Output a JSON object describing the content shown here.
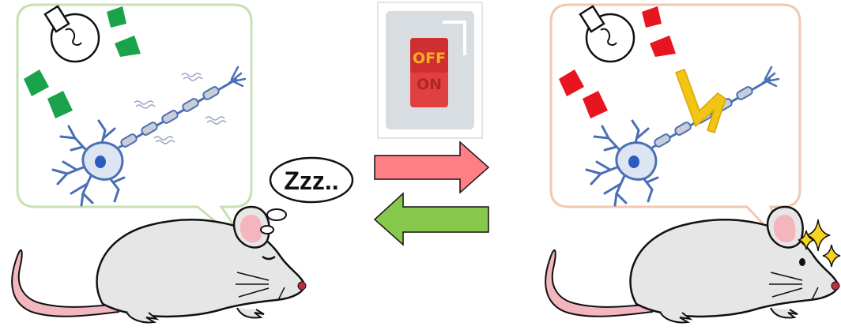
{
  "switch": {
    "off_label": "OFF",
    "on_label": "ON",
    "state": "OFF"
  },
  "sleep_bubble": {
    "text": "Zzz.."
  },
  "colors": {
    "left_bubble_border": "#c8e0b4",
    "right_bubble_border": "#f0c9b0",
    "green_rays": "#1aa34a",
    "red_rays": "#e8141e",
    "neuron": "#4a6fb5",
    "axon_segments": "#c9ced6",
    "signal_bolt": "#f2c414",
    "mouse_body": "#e6e6e6",
    "mouse_ear": "#f4b6bc",
    "tail": "#f2b6bf",
    "arrow_right": "#ff7f84",
    "arrow_left": "#86c84c",
    "switch_panel": "#d7dde0",
    "switch_rocker": "#e04040",
    "off_color": "#f5b01e",
    "on_color": "#c43030",
    "sparkle": "#f7d51d"
  },
  "icons": [
    "light-bulb-icon",
    "neuron-icon",
    "switch-icon",
    "mouse-icon",
    "sparkle-icon",
    "arrow-right-icon",
    "arrow-left-icon",
    "lightning-icon"
  ]
}
